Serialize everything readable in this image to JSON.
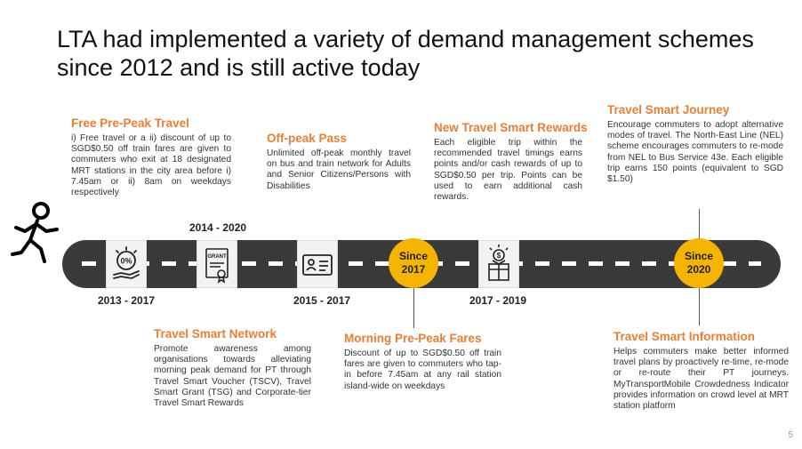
{
  "title": "LTA had implemented a variety of demand management schemes since 2012 and is still active today",
  "page_number": "5",
  "schemes": {
    "free_prepeak": {
      "heading": "Free Pre-Peak Travel",
      "body": "i) Free travel or a ii) discount of up to SGD$0.50 off train fares are given to commuters who exit at 18 designated MRT stations in the city area before i) 7.45am or ii) 8am on weekdays respectively"
    },
    "offpeak_pass": {
      "heading": "Off-peak Pass",
      "body": "Unlimited off-peak monthly travel on bus and train network for Adults and Senior Citizens/Persons with Disabilities"
    },
    "new_travel_smart_rewards": {
      "heading": "New Travel Smart Rewards",
      "body": "Each eligible trip within the recommended travel timings earns points and/or cash rewards of up to SGD$0.50 per trip. Points can be used to earn additional cash rewards."
    },
    "travel_smart_journey": {
      "heading": "Travel Smart Journey",
      "body": "Encourage commuters to adopt alternative modes of travel. The North-East Line (NEL) scheme encourages commuters to re-mode from NEL to Bus Service 43e. Each eligible trip earns 150 points (equivalent to SGD $1.50)"
    },
    "travel_smart_network": {
      "heading": "Travel Smart Network",
      "body": "Promote awareness among organisations towards alleviating morning peak demand for PT through Travel Smart Voucher (TSCV), Travel Smart Grant (TSG) and Corporate-tier Travel Smart Rewards"
    },
    "morning_prepeak_fares": {
      "heading": "Morning Pre-Peak Fares",
      "body": "Discount of up to SGD$0.50 off train fares are given to commuters who tap-in before 7.45am at any rail station island-wide on weekdays"
    },
    "travel_smart_information": {
      "heading": "Travel Smart Information",
      "body": "Helps commuters make better informed travel plans by proactively re-time, re-mode or re-route their PT journeys. MyTransportMobile Crowdedness Indicator provides information on crowd level at MRT station platform"
    }
  },
  "years": {
    "y2013_2017": "2013 - 2017",
    "y2014_2020": "2014 - 2020",
    "y2015_2017": "2015 - 2017",
    "y2017_2019": "2017 - 2019"
  },
  "milestones": {
    "since2017": {
      "line1": "Since",
      "line2": "2017"
    },
    "since2020": {
      "line1": "Since",
      "line2": "2020"
    }
  },
  "icons": {
    "percent_text": "0%",
    "grant_text": "GRANT",
    "coin_text": "$"
  },
  "colors": {
    "heading": "#ED7D31",
    "road": "#3a3a3a",
    "milestone": "#F5B400"
  }
}
